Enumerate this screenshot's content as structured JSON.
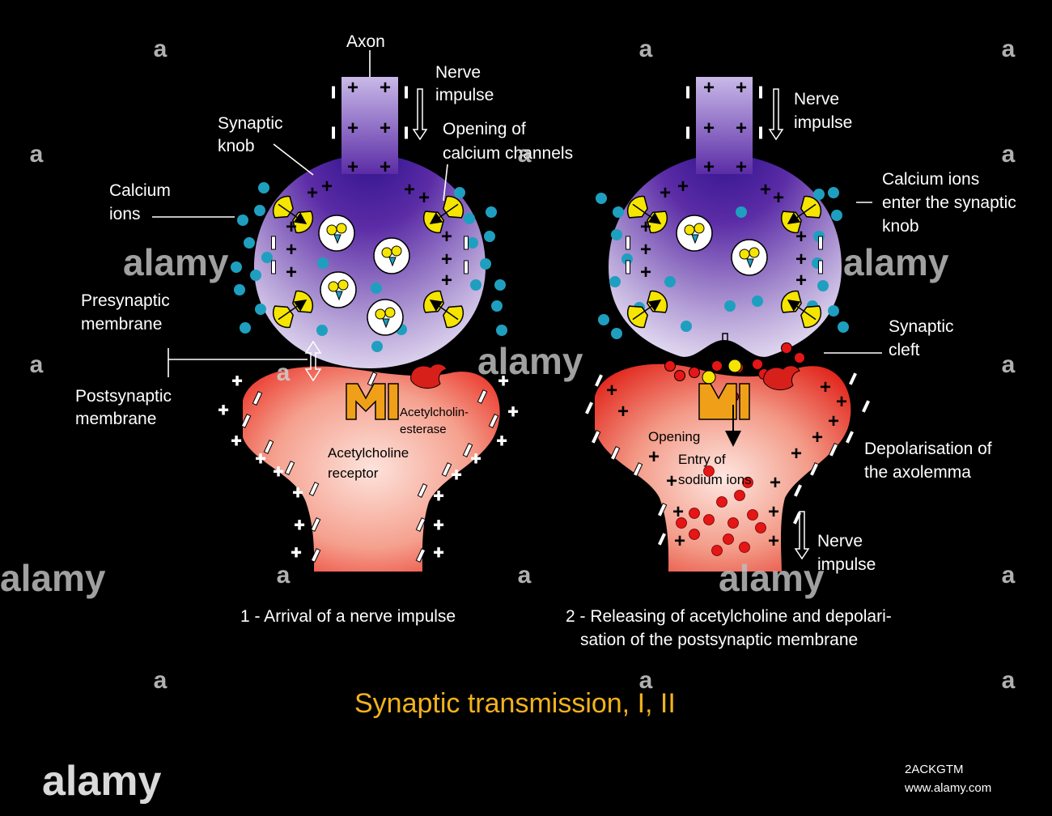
{
  "panel1": {
    "axon": "Axon",
    "nerve_impulse": [
      "Nerve",
      "impulse"
    ],
    "synaptic_knob": [
      "Synaptic",
      "knob"
    ],
    "opening_calcium": [
      "Opening of",
      "calcium channels"
    ],
    "calcium_ions": [
      "Calcium",
      "ions"
    ],
    "presynaptic": [
      "Presynaptic",
      "membrane"
    ],
    "postsynaptic": [
      "Postsynaptic",
      "membrane"
    ],
    "esterase": [
      "Acetylcholin-",
      "esterase"
    ],
    "receptor": [
      "Acetylcholine",
      "receptor"
    ],
    "caption": "1 - Arrival of a nerve impulse"
  },
  "panel2": {
    "nerve_impulse": [
      "Nerve",
      "impulse"
    ],
    "calcium_enter": [
      "Calcium ions",
      "enter the synaptic",
      "knob"
    ],
    "synaptic_cleft": [
      "Synaptic",
      "cleft"
    ],
    "opening": "Opening",
    "entry_sodium": [
      "Entry of",
      "sodium ions"
    ],
    "depolarisation": [
      "Depolarisation of",
      "the axolemma"
    ],
    "nerve_impulse_bottom": [
      "Nerve",
      "impulse"
    ],
    "caption": [
      "2 - Releasing of acetylcholine and depolari-",
      "sation of the postsynaptic membrane"
    ]
  },
  "title": "Synaptic transmission, I, II",
  "watermark": {
    "brand": "alamy",
    "mark": "a",
    "code": "2ACKGTM",
    "url": "www.alamy.com"
  },
  "colors": {
    "background": "#000000",
    "knob": "#5b2ca6",
    "post": "#e8261a",
    "calcium": "#1f9fbf",
    "channel": "#f5e500",
    "receptor": "#f0a018",
    "sodium": "#e51616",
    "title": "#f2b21c"
  }
}
